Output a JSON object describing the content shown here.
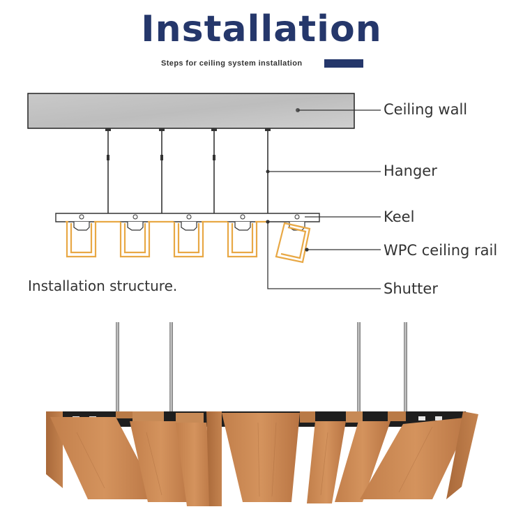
{
  "header": {
    "title": "Installation",
    "subtitle": "Steps for ceiling system installation"
  },
  "diagram": {
    "labels": {
      "ceiling_wall": "Ceiling wall",
      "hanger": "Hanger",
      "keel": "Keel",
      "wpc_ceiling_rail": "WPC ceiling rail",
      "shutter": "Shutter"
    },
    "caption": "Installation structure."
  },
  "colors": {
    "title": "#25376b",
    "rail_outline": "#e8a845",
    "wood": "#c98a55"
  }
}
